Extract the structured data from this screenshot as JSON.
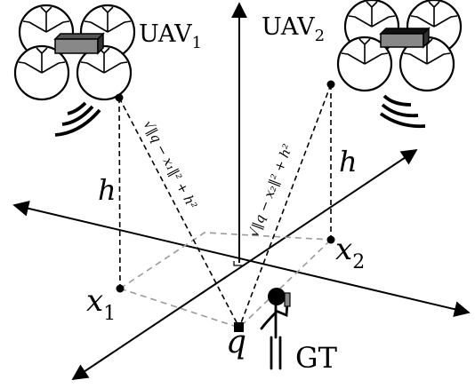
{
  "uav1": {
    "name": "UAV",
    "sub": "1"
  },
  "uav2": {
    "name": "UAV",
    "sub": "2"
  },
  "height_left": "h",
  "height_right": "h",
  "point_x1": {
    "base": "x",
    "sub": "1"
  },
  "point_x2": {
    "base": "x",
    "sub": "2"
  },
  "point_q": "q",
  "ground_terminal": "GT",
  "distance_left": "√‖q − x₁‖² + h²",
  "distance_right": "√‖q − x₂‖² + h²"
}
